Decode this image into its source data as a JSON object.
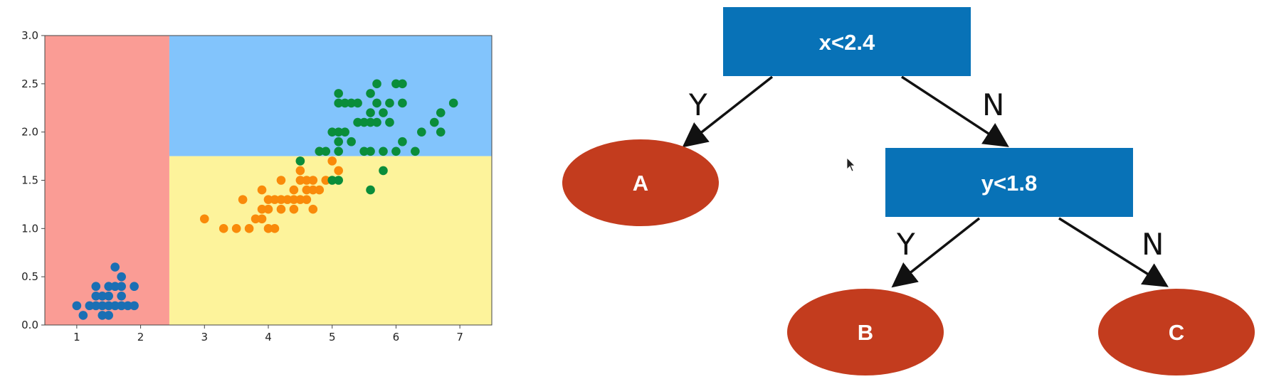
{
  "chart_data": {
    "type": "scatter",
    "xlim": [
      0.5,
      7.5
    ],
    "ylim": [
      0.0,
      3.0
    ],
    "xticks": [
      "1",
      "2",
      "3",
      "4",
      "5",
      "6",
      "7"
    ],
    "yticks": [
      "0.0",
      "0.5",
      "1.0",
      "1.5",
      "2.0",
      "2.5",
      "3.0"
    ],
    "grid": false,
    "regions": [
      {
        "x": [
          0.5,
          2.45
        ],
        "y": [
          0.0,
          3.0
        ],
        "color": "#fa9c95"
      },
      {
        "x": [
          2.45,
          7.5
        ],
        "y": [
          1.75,
          3.0
        ],
        "color": "#82c4fc"
      },
      {
        "x": [
          2.45,
          7.5
        ],
        "y": [
          0.0,
          1.75
        ],
        "color": "#fdf39b"
      }
    ],
    "series": [
      {
        "color": "#1a6fb4",
        "points": [
          [
            1.0,
            0.2
          ],
          [
            1.1,
            0.1
          ],
          [
            1.2,
            0.2
          ],
          [
            1.3,
            0.2
          ],
          [
            1.3,
            0.3
          ],
          [
            1.3,
            0.4
          ],
          [
            1.4,
            0.1
          ],
          [
            1.4,
            0.2
          ],
          [
            1.4,
            0.3
          ],
          [
            1.5,
            0.1
          ],
          [
            1.5,
            0.2
          ],
          [
            1.5,
            0.3
          ],
          [
            1.5,
            0.4
          ],
          [
            1.6,
            0.2
          ],
          [
            1.6,
            0.4
          ],
          [
            1.6,
            0.6
          ],
          [
            1.7,
            0.2
          ],
          [
            1.7,
            0.3
          ],
          [
            1.7,
            0.4
          ],
          [
            1.7,
            0.5
          ],
          [
            1.8,
            0.2
          ],
          [
            1.9,
            0.2
          ],
          [
            1.9,
            0.4
          ]
        ]
      },
      {
        "color": "#f98a0a",
        "points": [
          [
            3.0,
            1.1
          ],
          [
            3.3,
            1.0
          ],
          [
            3.5,
            1.0
          ],
          [
            3.6,
            1.3
          ],
          [
            3.7,
            1.0
          ],
          [
            3.8,
            1.1
          ],
          [
            3.9,
            1.1
          ],
          [
            3.9,
            1.2
          ],
          [
            3.9,
            1.4
          ],
          [
            4.0,
            1.0
          ],
          [
            4.0,
            1.2
          ],
          [
            4.0,
            1.3
          ],
          [
            4.1,
            1.0
          ],
          [
            4.1,
            1.3
          ],
          [
            4.2,
            1.2
          ],
          [
            4.2,
            1.3
          ],
          [
            4.2,
            1.5
          ],
          [
            4.3,
            1.3
          ],
          [
            4.4,
            1.2
          ],
          [
            4.4,
            1.3
          ],
          [
            4.4,
            1.4
          ],
          [
            4.5,
            1.3
          ],
          [
            4.5,
            1.5
          ],
          [
            4.5,
            1.6
          ],
          [
            4.6,
            1.3
          ],
          [
            4.6,
            1.4
          ],
          [
            4.6,
            1.5
          ],
          [
            4.7,
            1.2
          ],
          [
            4.7,
            1.4
          ],
          [
            4.7,
            1.5
          ],
          [
            4.8,
            1.4
          ],
          [
            4.8,
            1.8
          ],
          [
            4.9,
            1.5
          ],
          [
            5.0,
            1.7
          ],
          [
            5.1,
            1.6
          ],
          [
            4.5,
            1.7
          ]
        ]
      },
      {
        "color": "#0a8d3a",
        "points": [
          [
            4.5,
            1.7
          ],
          [
            4.8,
            1.8
          ],
          [
            4.9,
            1.8
          ],
          [
            5.0,
            1.5
          ],
          [
            5.0,
            2.0
          ],
          [
            5.1,
            1.5
          ],
          [
            5.1,
            1.8
          ],
          [
            5.1,
            1.9
          ],
          [
            5.1,
            2.0
          ],
          [
            5.1,
            2.3
          ],
          [
            5.1,
            2.4
          ],
          [
            5.2,
            2.0
          ],
          [
            5.2,
            2.3
          ],
          [
            5.3,
            1.9
          ],
          [
            5.3,
            2.3
          ],
          [
            5.4,
            2.1
          ],
          [
            5.4,
            2.3
          ],
          [
            5.5,
            1.8
          ],
          [
            5.5,
            2.1
          ],
          [
            5.6,
            1.4
          ],
          [
            5.6,
            1.8
          ],
          [
            5.6,
            2.1
          ],
          [
            5.6,
            2.2
          ],
          [
            5.6,
            2.4
          ],
          [
            5.7,
            2.1
          ],
          [
            5.7,
            2.3
          ],
          [
            5.7,
            2.5
          ],
          [
            5.8,
            1.6
          ],
          [
            5.8,
            1.8
          ],
          [
            5.8,
            2.2
          ],
          [
            5.9,
            2.1
          ],
          [
            5.9,
            2.3
          ],
          [
            6.0,
            1.8
          ],
          [
            6.0,
            2.5
          ],
          [
            6.1,
            1.9
          ],
          [
            6.1,
            2.3
          ],
          [
            6.1,
            2.5
          ],
          [
            6.3,
            1.8
          ],
          [
            6.4,
            2.0
          ],
          [
            6.6,
            2.1
          ],
          [
            6.7,
            2.0
          ],
          [
            6.7,
            2.2
          ],
          [
            6.9,
            2.3
          ]
        ]
      }
    ]
  },
  "tree": {
    "root": {
      "label": "x<2.4",
      "color": "#0872b7"
    },
    "inner": {
      "label": "y<1.8",
      "color": "#0872b7"
    },
    "leaves": [
      {
        "label": "A",
        "color": "#c33c1e"
      },
      {
        "label": "B",
        "color": "#c33c1e"
      },
      {
        "label": "C",
        "color": "#c33c1e"
      }
    ],
    "edges": {
      "root_yes": "Y",
      "root_no": "N",
      "inner_yes": "Y",
      "inner_no": "N"
    }
  }
}
